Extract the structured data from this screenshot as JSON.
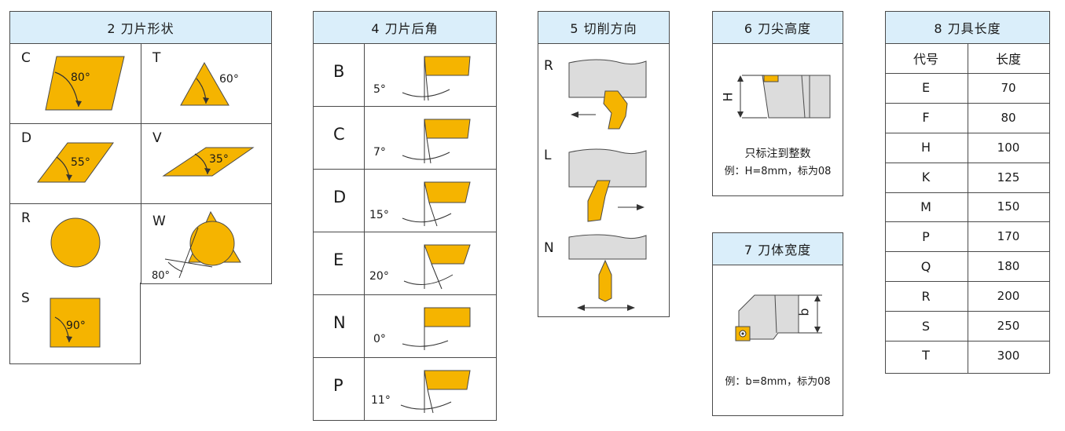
{
  "colors": {
    "header_bg": "#daeefa",
    "insert": "#f5b400",
    "gray": "#dcdcdc",
    "border": "#4a4a4a"
  },
  "shape": {
    "title": "2 刀片形状",
    "items": [
      {
        "code": "C",
        "angle": "80°"
      },
      {
        "code": "T",
        "angle": "60°"
      },
      {
        "code": "D",
        "angle": "55°"
      },
      {
        "code": "V",
        "angle": "35°"
      },
      {
        "code": "R",
        "angle": ""
      },
      {
        "code": "W",
        "angle": "80°"
      },
      {
        "code": "S",
        "angle": "90°"
      }
    ]
  },
  "clearance": {
    "title": "4 刀片后角",
    "items": [
      {
        "code": "B",
        "angle": "5°"
      },
      {
        "code": "C",
        "angle": "7°"
      },
      {
        "code": "D",
        "angle": "15°"
      },
      {
        "code": "E",
        "angle": "20°"
      },
      {
        "code": "N",
        "angle": "0°"
      },
      {
        "code": "P",
        "angle": "11°"
      }
    ]
  },
  "direction": {
    "title": "5 切削方向",
    "items": [
      {
        "code": "R"
      },
      {
        "code": "L"
      },
      {
        "code": "N"
      }
    ]
  },
  "height": {
    "title": "6 刀尖高度",
    "dim": "H",
    "note1": "只标注到整数",
    "note2": "例：H=8mm，标为08"
  },
  "width": {
    "title": "7 刀体宽度",
    "dim": "b",
    "note": "例：b=8mm，标为08"
  },
  "length": {
    "title": "8 刀具长度",
    "col_code": "代号",
    "col_len": "长度",
    "rows": [
      {
        "code": "E",
        "len": "70"
      },
      {
        "code": "F",
        "len": "80"
      },
      {
        "code": "H",
        "len": "100"
      },
      {
        "code": "K",
        "len": "125"
      },
      {
        "code": "M",
        "len": "150"
      },
      {
        "code": "P",
        "len": "170"
      },
      {
        "code": "Q",
        "len": "180"
      },
      {
        "code": "R",
        "len": "200"
      },
      {
        "code": "S",
        "len": "250"
      },
      {
        "code": "T",
        "len": "300"
      }
    ]
  }
}
